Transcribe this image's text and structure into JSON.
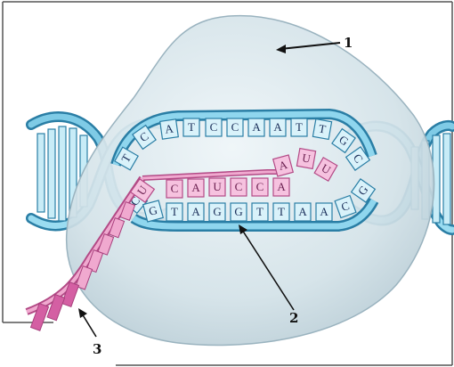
{
  "diagram": {
    "labels": {
      "label1": "1",
      "label2": "2",
      "label3": "3"
    },
    "top_strand": [
      "T",
      "C",
      "A",
      "T",
      "C",
      "C",
      "A",
      "A",
      "T",
      "T",
      "G",
      "C"
    ],
    "bottom_strand": [
      "C",
      "G",
      "T",
      "A",
      "G",
      "G",
      "T",
      "T",
      "A",
      "A",
      "C",
      "G"
    ],
    "rna_paired": [
      "C",
      "A",
      "U",
      "C",
      "C",
      "A"
    ],
    "rna_growing": [
      "A",
      "U",
      "U"
    ],
    "rna_tail": [
      "U"
    ],
    "colors": {
      "polymerase": "#d5e4ea",
      "dna": "#4fb2d4",
      "dna_dark": "#2a7ea5",
      "rna": "#e58bbf",
      "rna_dark": "#c04f93",
      "frame": "#444444"
    }
  }
}
